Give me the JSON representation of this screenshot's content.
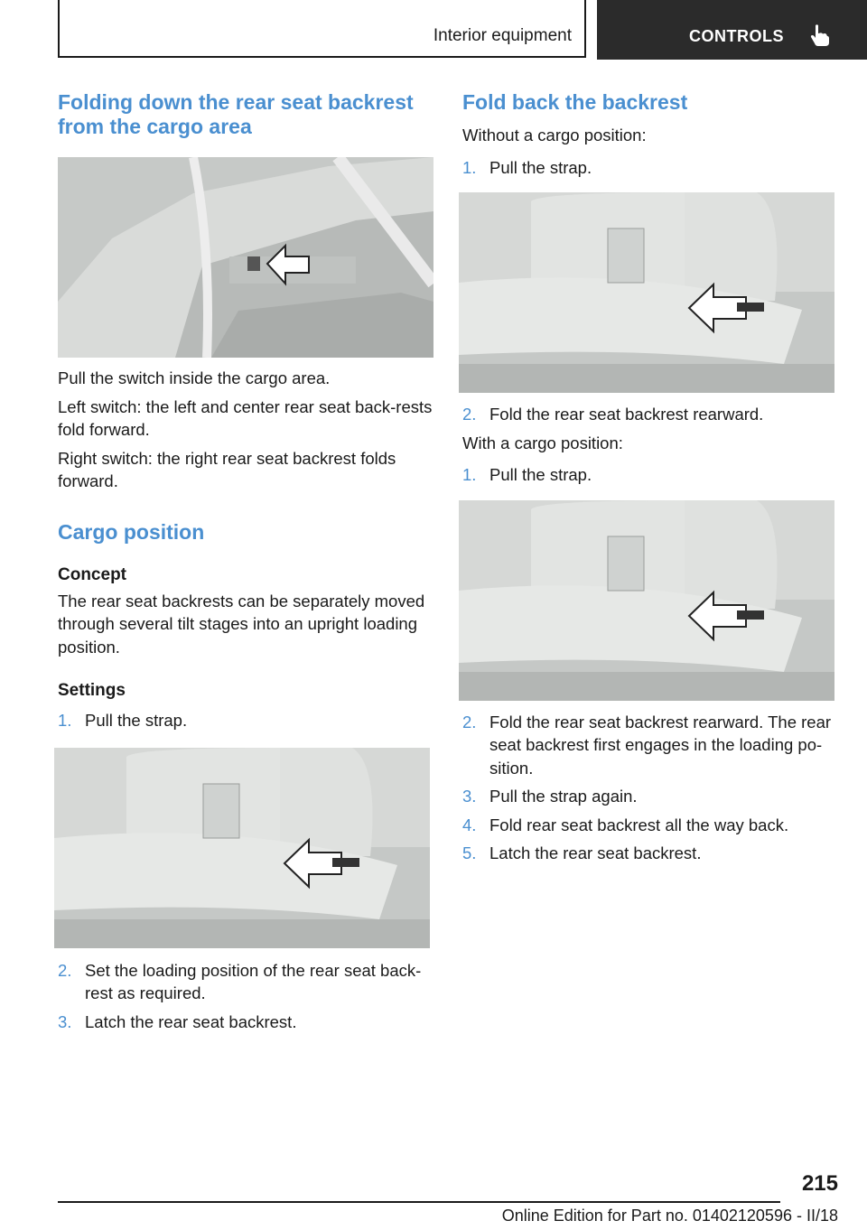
{
  "header": {
    "section": "Interior equipment",
    "chapter": "CONTROLS"
  },
  "left": {
    "title": "Folding down the rear seat backrest from the cargo area",
    "p1": "Pull the switch inside the cargo area.",
    "p2": "Left switch: the left and center rear seat back-rests fold forward.",
    "p3": "Right switch: the right rear seat backrest folds forward.",
    "cargo_title": "Cargo position",
    "concept_title": "Concept",
    "concept_text": "The rear seat backrests can be separately moved through several tilt stages into an upright loading position.",
    "settings_title": "Settings",
    "steps": [
      {
        "num": "1.",
        "text": "Pull the strap."
      },
      {
        "num": "2.",
        "text": "Set the loading position of the rear seat back-rest as required."
      },
      {
        "num": "3.",
        "text": "Latch the rear seat backrest."
      }
    ]
  },
  "right": {
    "title": "Fold back the backrest",
    "without_label": "Without a cargo position:",
    "without_steps": [
      {
        "num": "1.",
        "text": "Pull the strap."
      },
      {
        "num": "2.",
        "text": "Fold the rear seat backrest rearward."
      }
    ],
    "with_label": "With a cargo position:",
    "with_steps": [
      {
        "num": "1.",
        "text": "Pull the strap."
      },
      {
        "num": "2.",
        "text": "Fold the rear seat backrest rearward. The rear seat backrest first engages in the loading po-sition."
      },
      {
        "num": "3.",
        "text": "Pull the strap again."
      },
      {
        "num": "4.",
        "text": "Fold rear seat backrest all the way back."
      },
      {
        "num": "5.",
        "text": "Latch the rear seat backrest."
      }
    ]
  },
  "footer": {
    "page": "215",
    "edition": "Online Edition for Part no. 01402120596 - II/18"
  }
}
